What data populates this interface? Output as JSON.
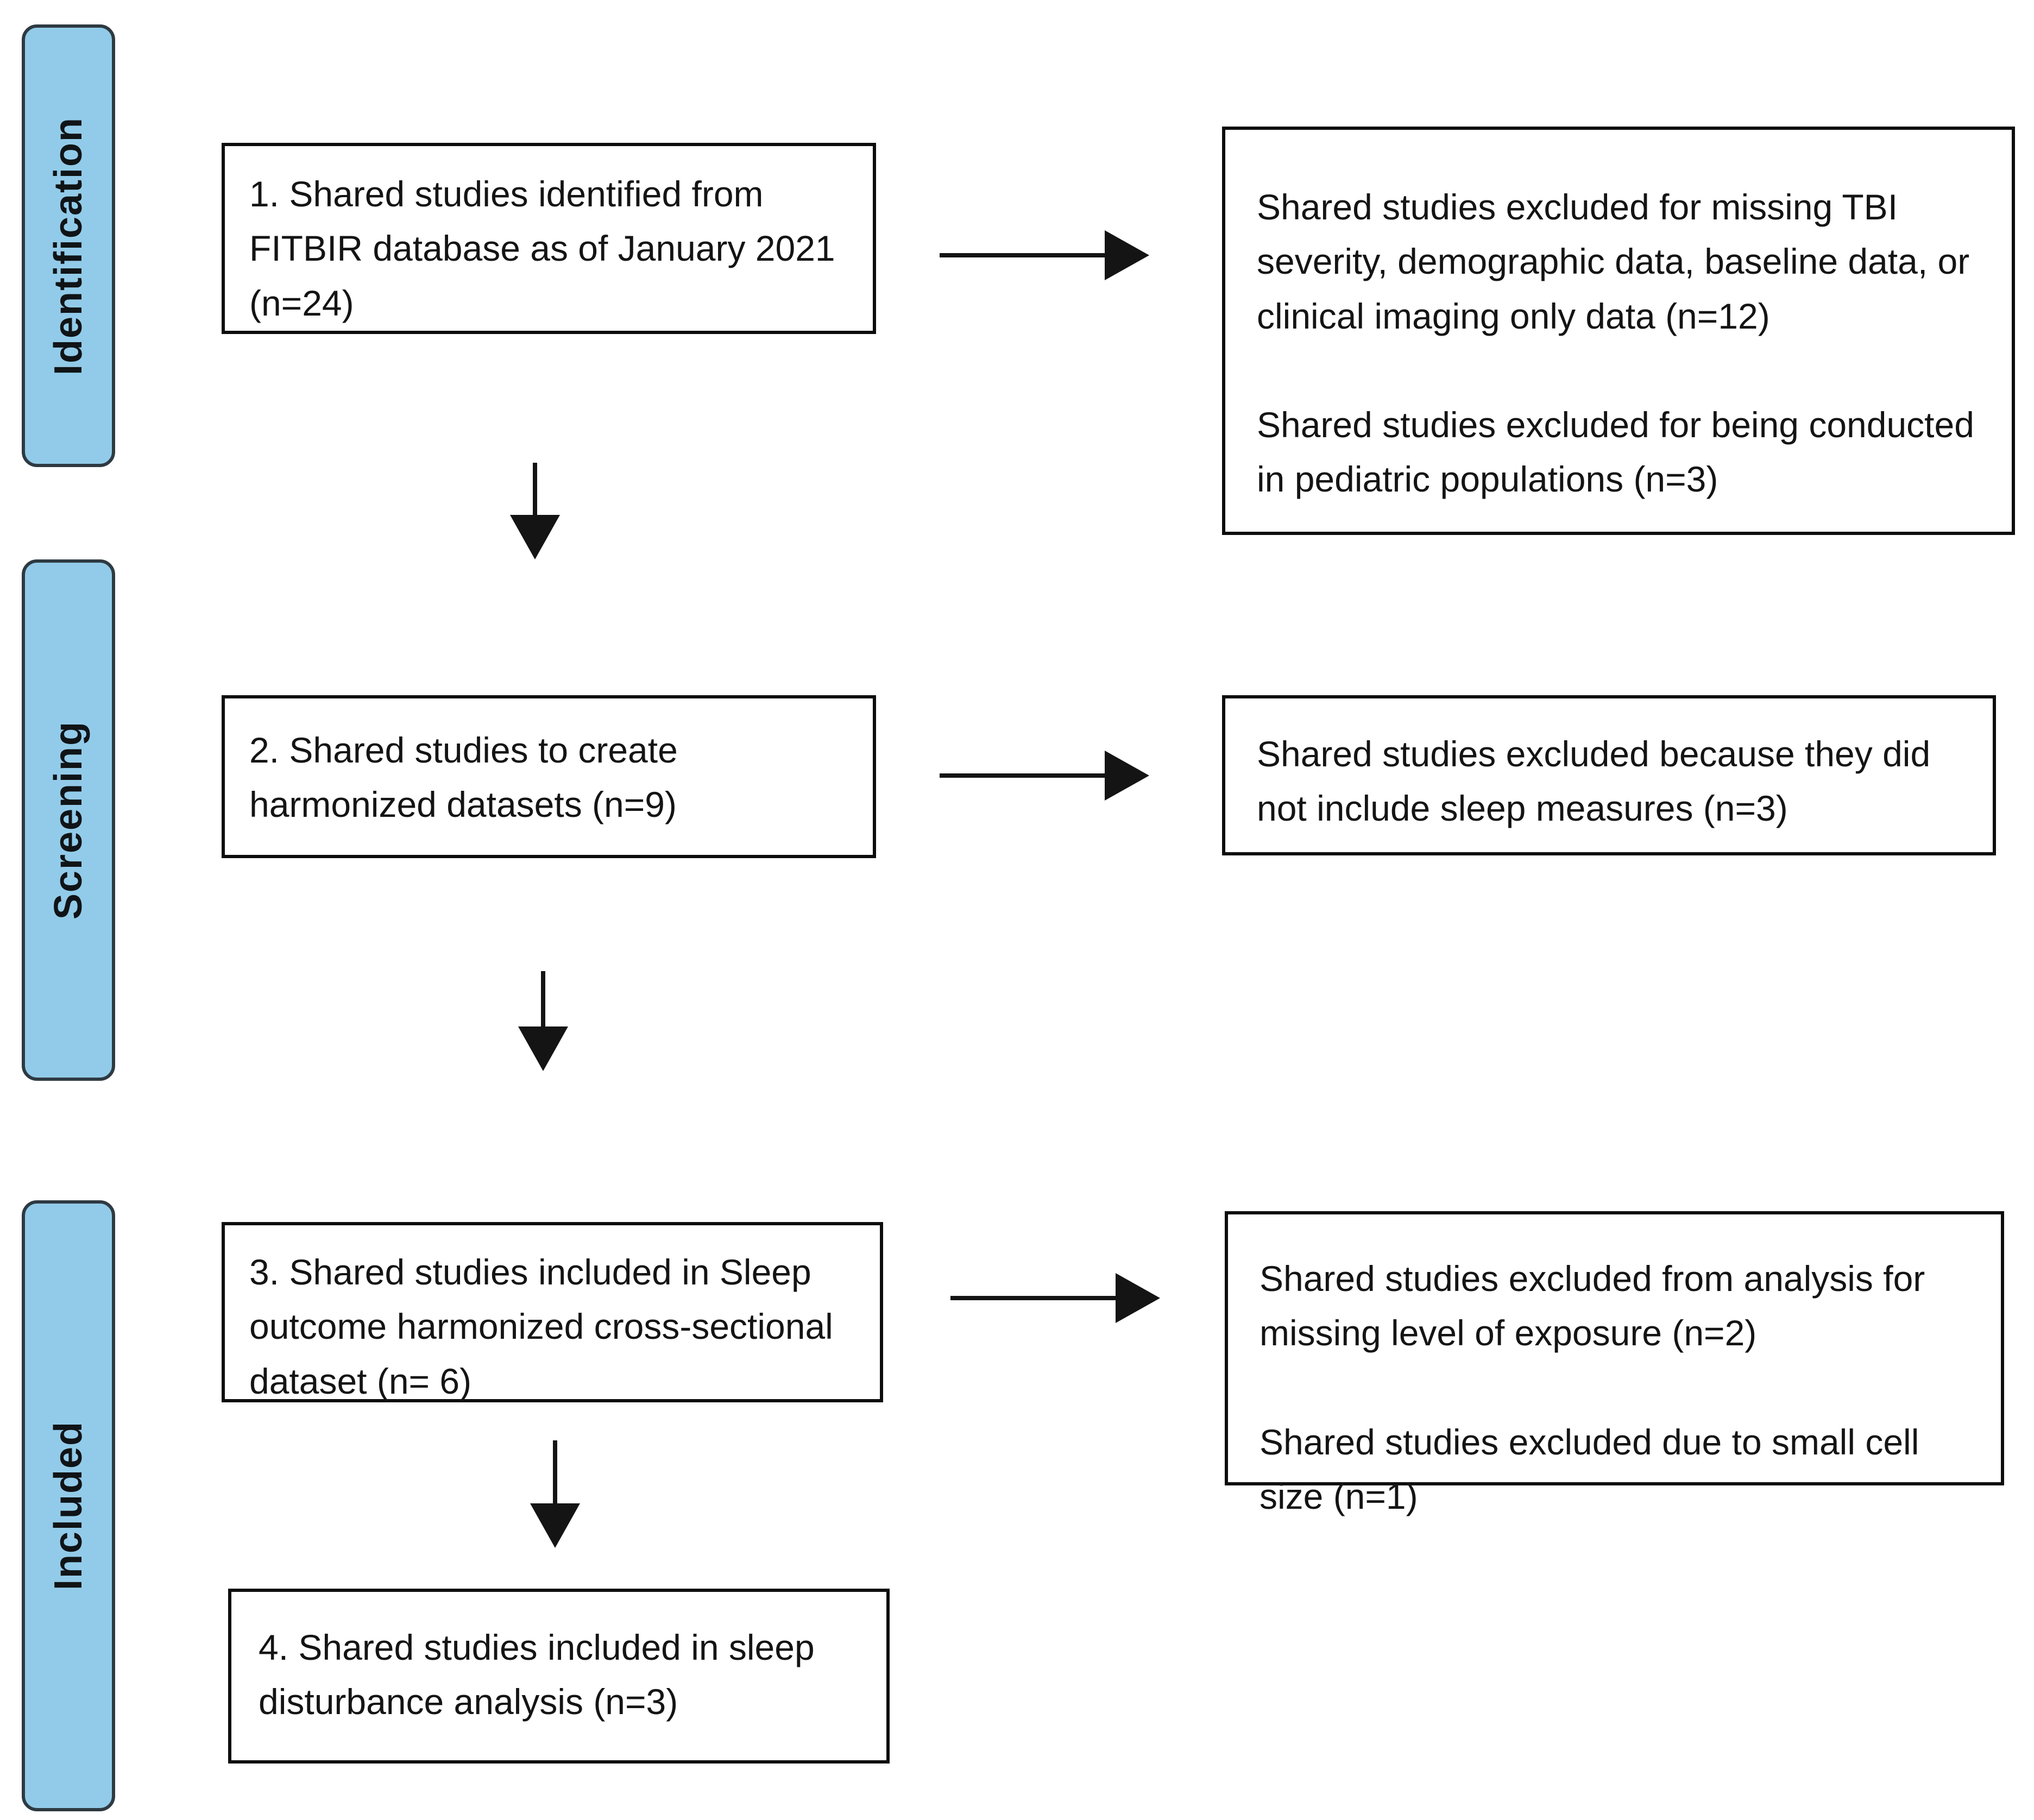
{
  "diagram": {
    "type": "prisma-flowchart",
    "stages": [
      {
        "id": "identification",
        "label": "Identification"
      },
      {
        "id": "screening",
        "label": "Screening"
      },
      {
        "id": "included",
        "label": "Included"
      }
    ],
    "main_boxes": [
      {
        "step": 1,
        "text": "1. Shared studies identified from FITBIR database as of January 2021 (n=24)",
        "n": 24
      },
      {
        "step": 2,
        "text": "2. Shared studies to create harmonized datasets (n=9)",
        "n": 9
      },
      {
        "step": 3,
        "text": "3. Shared studies included in Sleep outcome harmonized cross-sectional dataset (n= 6)",
        "n": 6
      },
      {
        "step": 4,
        "text": "4. Shared studies included in sleep disturbance analysis (n=3)",
        "n": 3
      }
    ],
    "exclusion_boxes": [
      {
        "paragraphs": [
          "Shared studies excluded for missing TBI severity, demographic data, baseline data, or clinical imaging only data (n=12)",
          "Shared studies excluded for being conducted in pediatric populations (n=3)"
        ],
        "n_values": [
          12,
          3
        ]
      },
      {
        "paragraphs": [
          "Shared studies excluded because they did not include sleep measures (n=3)"
        ],
        "n_values": [
          3
        ]
      },
      {
        "paragraphs": [
          "Shared studies excluded from analysis for missing level of exposure (n=2)",
          "Shared studies excluded due to small cell size (n=1)"
        ],
        "n_values": [
          2,
          1
        ]
      }
    ],
    "colors": {
      "stage_fill": "#92cbe9",
      "stage_border": "#2e3a42",
      "box_border": "#0d0d0d",
      "box_fill": "#ffffff",
      "text": "#141414",
      "arrow": "#141414",
      "background": "#ffffff"
    }
  }
}
